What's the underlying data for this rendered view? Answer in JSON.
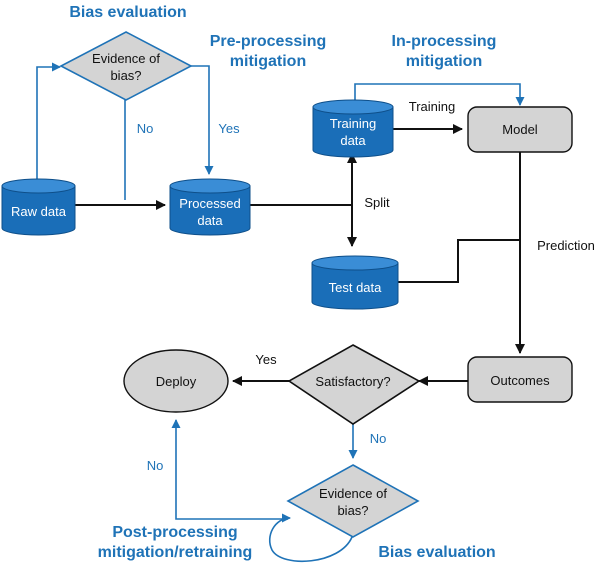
{
  "headings": {
    "bias_eval_top": "Bias evaluation",
    "preproc_line1": "Pre-processing",
    "preproc_line2": "mitigation",
    "inproc_line1": "In-processing",
    "inproc_line2": "mitigation",
    "postproc_line1": "Post-processing",
    "postproc_line2": "mitigation/retraining",
    "bias_eval_bottom": "Bias evaluation"
  },
  "nodes": {
    "raw_data": "Raw data",
    "processed_line1": "Processed",
    "processed_line2": "data",
    "training_line1": "Training",
    "training_line2": "data",
    "test_data": "Test data",
    "model": "Model",
    "outcomes": "Outcomes",
    "satisfactory": "Satisfactory?",
    "deploy": "Deploy",
    "evidence_top_line1": "Evidence of",
    "evidence_top_line2": "bias?",
    "evidence_bottom_line1": "Evidence of",
    "evidence_bottom_line2": "bias?"
  },
  "edge_labels": {
    "no_top": "No",
    "yes_top": "Yes",
    "training": "Training",
    "split": "Split",
    "prediction": "Prediction",
    "yes_deploy": "Yes",
    "no_satisfactory": "No",
    "no_deploy": "No"
  },
  "colors": {
    "cylinder_fill": "#1a6eb8",
    "accent_blue": "#1f73b7",
    "gray_fill": "#d4d4d4",
    "line_black": "#111111"
  }
}
